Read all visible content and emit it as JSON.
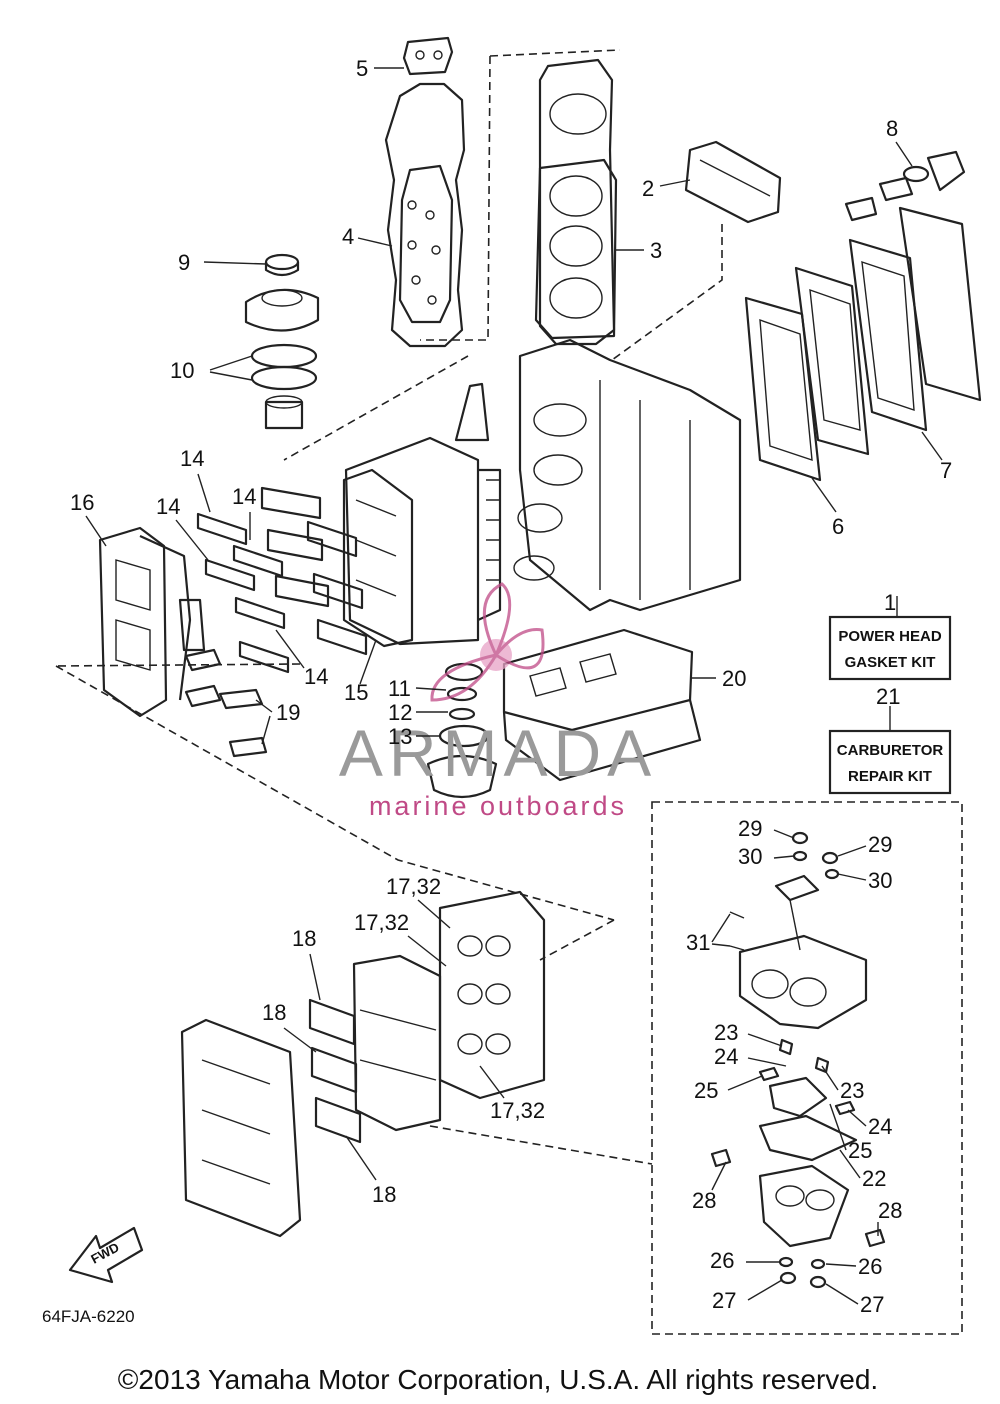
{
  "diagram": {
    "code": "64FJA-6220",
    "fwd_label": "FWD",
    "copyright": "©2013 Yamaha Motor Corporation, U.S.A. All rights reserved.",
    "watermark": {
      "brand": "ARMADA",
      "tagline": "marine outboards"
    },
    "kits": [
      {
        "ref": "1",
        "line1": "POWER HEAD",
        "line2": "GASKET KIT"
      },
      {
        "ref": "21",
        "line1": "CARBURETOR",
        "line2": "REPAIR KIT"
      }
    ],
    "callouts": {
      "c2": "2",
      "c3": "3",
      "c4": "4",
      "c5": "5",
      "c6": "6",
      "c7": "7",
      "c8": "8",
      "c9": "9",
      "c10": "10",
      "c11": "11",
      "c12": "12",
      "c13": "13",
      "c14a": "14",
      "c14b": "14",
      "c14c": "14",
      "c14d": "14",
      "c15": "15",
      "c16": "16",
      "c19": "19",
      "c20": "20",
      "c1732a": "17,32",
      "c1732b": "17,32",
      "c1732c": "17,32",
      "c18a": "18",
      "c18b": "18",
      "c18c": "18",
      "c29a": "29",
      "c29b": "29",
      "c30a": "30",
      "c30b": "30",
      "c31": "31",
      "c23a": "23",
      "c23b": "23",
      "c24a": "24",
      "c24b": "24",
      "c25a": "25",
      "c25b": "25",
      "c22": "22",
      "c28a": "28",
      "c28b": "28",
      "c26a": "26",
      "c26b": "26",
      "c27a": "27",
      "c27b": "27"
    }
  }
}
